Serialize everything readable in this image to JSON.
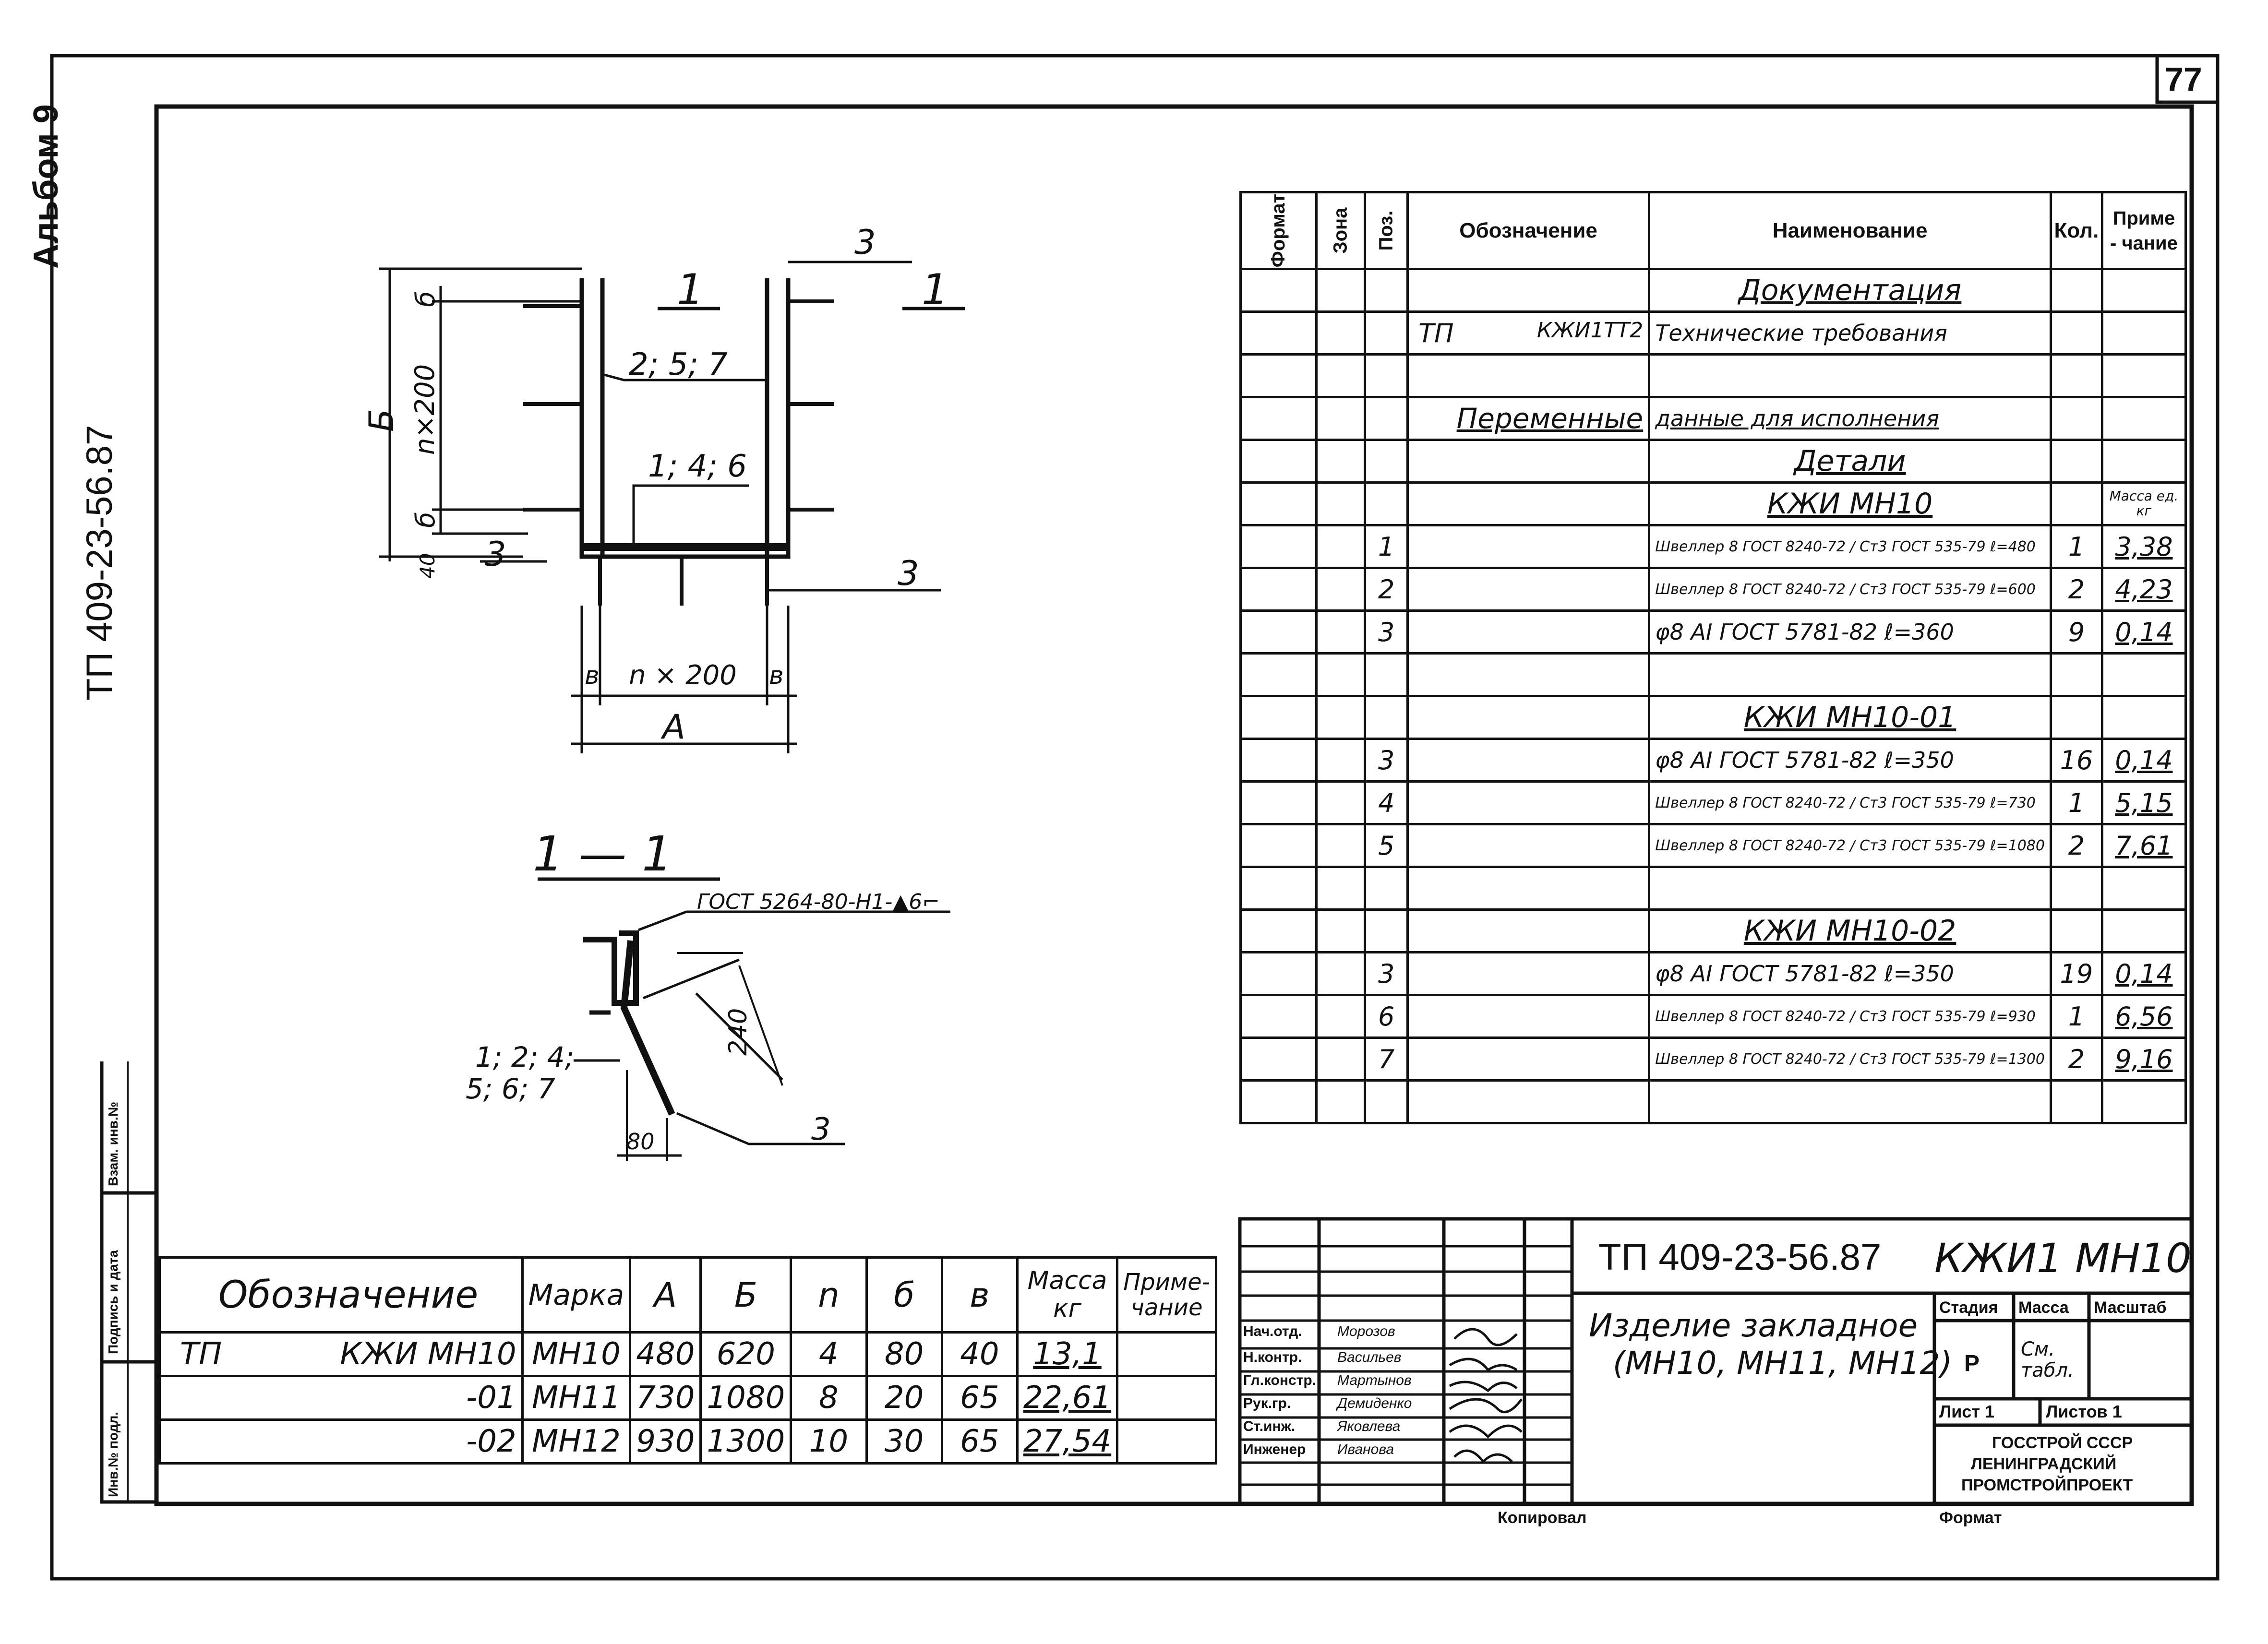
{
  "sheet": {
    "page_number": "77",
    "album": "Альбом 9",
    "project_code_vertical": "ТП 409-23-56.87",
    "side_stamps": [
      "Инв.№ подл.",
      "Подпись и дата",
      "Взам. инв.№"
    ],
    "footer_left": "Копировал",
    "footer_right": "Формат"
  },
  "drawings": {
    "plan": {
      "label_section_left": "1",
      "label_section_right": "1",
      "callout_top_right": "3",
      "callout_left": "3",
      "callout_bottom_right": "3",
      "leader_upper": "2; 5; 7",
      "leader_lower": "1; 4; 6",
      "dim_B": "Б",
      "dim_n200_vertical": "n×200",
      "dim_b_top": "б",
      "dim_b_bottom": "б",
      "dim_40": "40",
      "dim_v_left": "в",
      "dim_n200_horizontal": "n × 200",
      "dim_v_right": "в",
      "dim_A": "А"
    },
    "section": {
      "title": "1 — 1",
      "weld_note": "ГОСТ 5264-80-Н1-▲6⌐",
      "dim_240": "240",
      "dim_80": "80",
      "parts_line1": "1; 2; 4;",
      "parts_line2": "5; 6; 7",
      "callout": "3"
    }
  },
  "spec_table": {
    "headers": {
      "format": "Формат",
      "zone": "Зона",
      "pos": "Поз.",
      "designation": "Обозначение",
      "name": "Наименование",
      "qty": "Кол.",
      "note": "Приме - чание"
    },
    "rows": [
      {
        "pos": "",
        "designation_left": "",
        "designation_right": "",
        "name": "Документация",
        "qty": "",
        "note": ""
      },
      {
        "pos": "",
        "designation_left": "ТП",
        "designation_right": "КЖИ1ТТ2",
        "name": "Технические требования",
        "qty": "",
        "note": ""
      },
      {
        "pos": "",
        "designation_left": "",
        "designation_right": "",
        "name": "",
        "qty": "",
        "note": ""
      },
      {
        "pos": "",
        "designation_left": "",
        "designation_right": "Переменные",
        "name": "данные для исполнения",
        "qty": "",
        "note": ""
      },
      {
        "pos": "",
        "designation_left": "",
        "designation_right": "",
        "name": "Детали",
        "qty": "",
        "note": ""
      },
      {
        "pos": "",
        "designation_left": "",
        "designation_right": "",
        "name": "КЖИ МН10",
        "qty": "",
        "note": "Масса ед. кг"
      },
      {
        "pos": "1",
        "designation_left": "",
        "designation_right": "",
        "name": "Швеллер 8 ГОСТ 8240-72 / Ст3 ГОСТ 535-79 ℓ=480",
        "qty": "1",
        "note": "3,38"
      },
      {
        "pos": "2",
        "designation_left": "",
        "designation_right": "",
        "name": "Швеллер 8 ГОСТ 8240-72 / Ст3 ГОСТ 535-79 ℓ=600",
        "qty": "2",
        "note": "4,23"
      },
      {
        "pos": "3",
        "designation_left": "",
        "designation_right": "",
        "name": "φ8 АI ГОСТ 5781-82 ℓ=360",
        "qty": "9",
        "note": "0,14"
      },
      {
        "pos": "",
        "designation_left": "",
        "designation_right": "",
        "name": "",
        "qty": "",
        "note": ""
      },
      {
        "pos": "",
        "designation_left": "",
        "designation_right": "",
        "name": "КЖИ МН10-01",
        "qty": "",
        "note": ""
      },
      {
        "pos": "3",
        "designation_left": "",
        "designation_right": "",
        "name": "φ8 АI ГОСТ 5781-82 ℓ=350",
        "qty": "16",
        "note": "0,14"
      },
      {
        "pos": "4",
        "designation_left": "",
        "designation_right": "",
        "name": "Швеллер 8 ГОСТ 8240-72 / Ст3 ГОСТ 535-79 ℓ=730",
        "qty": "1",
        "note": "5,15"
      },
      {
        "pos": "5",
        "designation_left": "",
        "designation_right": "",
        "name": "Швеллер 8 ГОСТ 8240-72 / Ст3 ГОСТ 535-79 ℓ=1080",
        "qty": "2",
        "note": "7,61"
      },
      {
        "pos": "",
        "designation_left": "",
        "designation_right": "",
        "name": "",
        "qty": "",
        "note": ""
      },
      {
        "pos": "",
        "designation_left": "",
        "designation_right": "",
        "name": "КЖИ МН10-02",
        "qty": "",
        "note": ""
      },
      {
        "pos": "3",
        "designation_left": "",
        "designation_right": "",
        "name": "φ8 АI ГОСТ 5781-82 ℓ=350",
        "qty": "19",
        "note": "0,14"
      },
      {
        "pos": "6",
        "designation_left": "",
        "designation_right": "",
        "name": "Швеллер 8 ГОСТ 8240-72 / Ст3 ГОСТ 535-79 ℓ=930",
        "qty": "1",
        "note": "6,56"
      },
      {
        "pos": "7",
        "designation_left": "",
        "designation_right": "",
        "name": "Швеллер 8 ГОСТ 8240-72 / Ст3 ГОСТ 535-79 ℓ=1300",
        "qty": "2",
        "note": "9,16"
      },
      {
        "pos": "",
        "designation_left": "",
        "designation_right": "",
        "name": "",
        "qty": "",
        "note": ""
      }
    ]
  },
  "mass_table": {
    "headers": {
      "designation": "Обозначение",
      "mark": "Марка",
      "A": "А",
      "B": "Б",
      "n": "n",
      "b": "б",
      "v": "в",
      "mass": "Масса кг",
      "note": "Приме- чание"
    },
    "rows": [
      {
        "prefix": "ТП",
        "code": "КЖИ МН10",
        "mark": "МН10",
        "A": "480",
        "B": "620",
        "n": "4",
        "b": "80",
        "v": "40",
        "mass": "13,1",
        "note": ""
      },
      {
        "prefix": "",
        "code": "-01",
        "mark": "МН11",
        "A": "730",
        "B": "1080",
        "n": "8",
        "b": "20",
        "v": "65",
        "mass": "22,61",
        "note": ""
      },
      {
        "prefix": "",
        "code": "-02",
        "mark": "МН12",
        "A": "930",
        "B": "1300",
        "n": "10",
        "b": "30",
        "v": "65",
        "mass": "27,54",
        "note": ""
      }
    ]
  },
  "title_block": {
    "project": "ТП 409-23-56.87",
    "code": "КЖИ1 МН10",
    "title_line1": "Изделие закладное",
    "title_line2": "(МН10, МН11, МН12)",
    "stage_label": "Стадия",
    "mass_label": "Масса",
    "scale_label": "Масштаб",
    "stage": "Р",
    "mass": "См. табл.",
    "sheet_label": "Лист 1",
    "sheets_label": "Листов 1",
    "org_line1": "ГОССТРОЙ СССР",
    "org_line2": "ЛЕНИНГРАДСКИЙ",
    "org_line3": "ПРОМСТРОЙПРОЕКТ",
    "people": [
      {
        "role": "Нач.отд.",
        "name": "Морозов"
      },
      {
        "role": "Н.контр.",
        "name": "Васильев"
      },
      {
        "role": "Гл.констр.",
        "name": "Мартынов"
      },
      {
        "role": "Рук.гр.",
        "name": "Демиденко"
      },
      {
        "role": "Ст.инж.",
        "name": "Яковлева"
      },
      {
        "role": "Инженер",
        "name": "Иванова"
      }
    ]
  }
}
